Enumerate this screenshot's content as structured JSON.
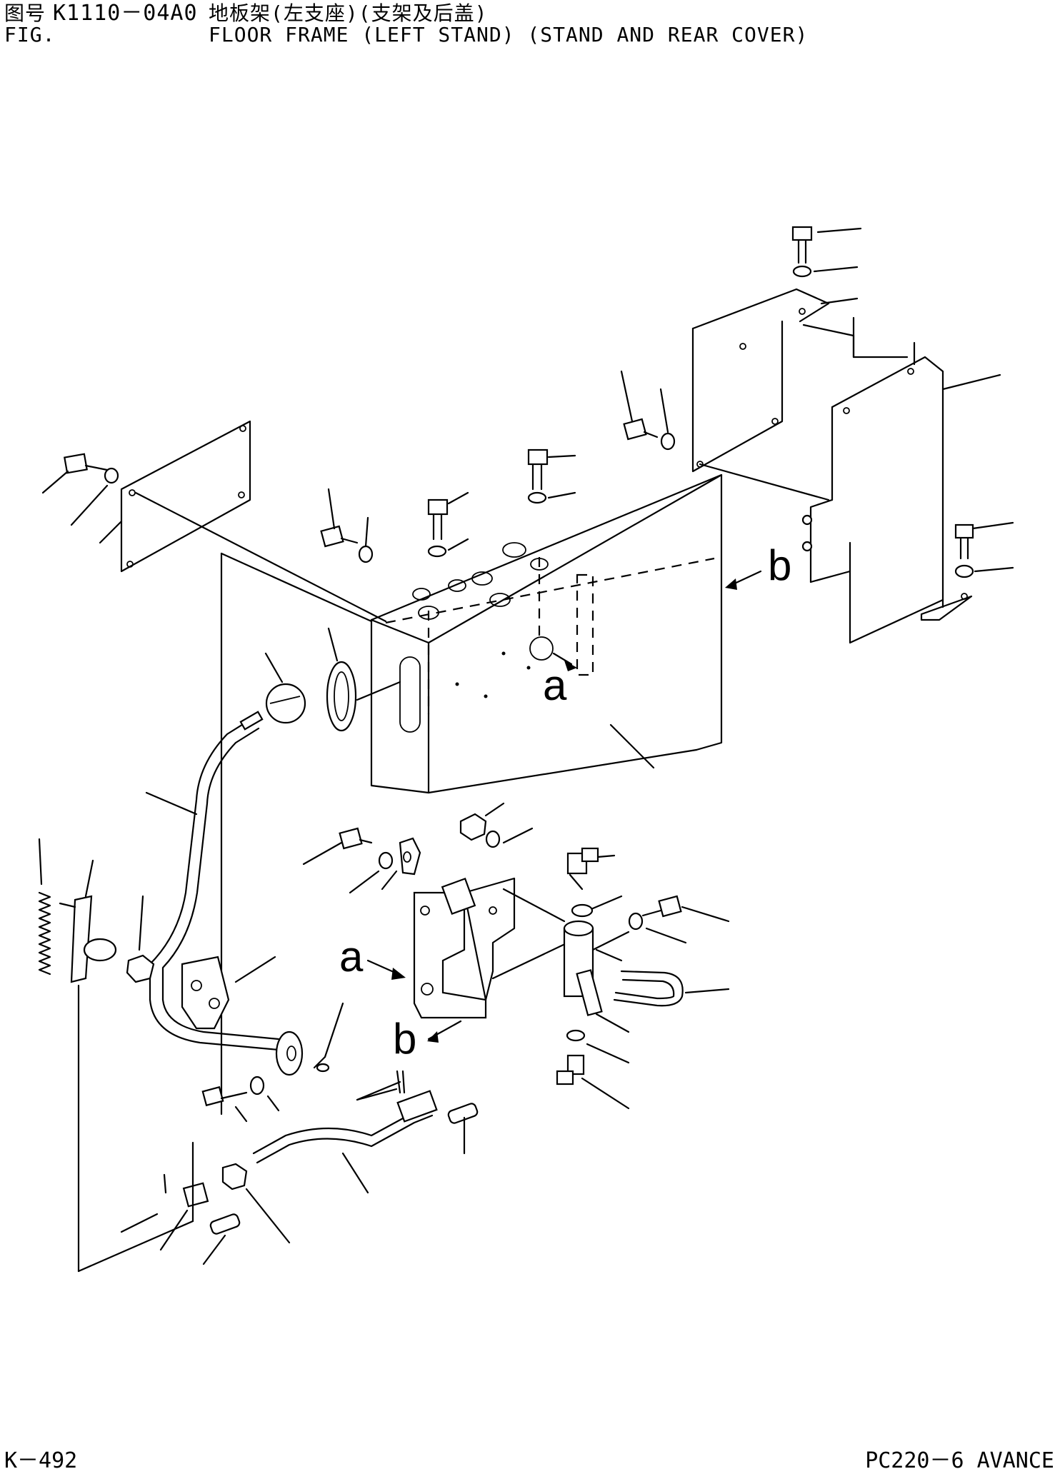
{
  "header": {
    "line1_prefix": "图号",
    "fig_code": "K1110－04A0",
    "title_cn": "地板架(左支座)(支架及后盖)",
    "line2_prefix": "FIG.",
    "title_en": "FLOOR FRAME (LEFT STAND) (STAND AND REAR COVER)"
  },
  "callouts": {
    "a_upper": "a",
    "b_upper": "b",
    "a_lower": "a",
    "b_lower": "b"
  },
  "footer": {
    "page": "K－492",
    "model": "PC220－6 AVANCE"
  }
}
